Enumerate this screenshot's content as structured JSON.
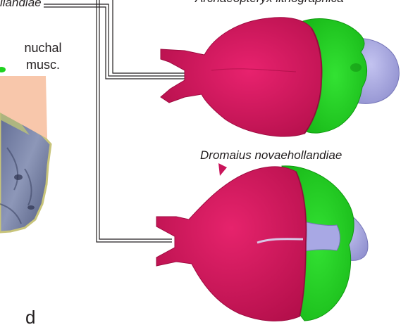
{
  "labels": {
    "species_top_left": "llandiae",
    "species_top_right": "Archaeopteryx lithographica",
    "species_bottom": "Dromaius novaehollandiae",
    "muscle_line1": "nuchal",
    "muscle_line2": "musc.",
    "panel_letter": "d"
  },
  "colors": {
    "region_front": "#d4145a",
    "region_middle": "#1fd21f",
    "region_back": "#a3a3e0",
    "muscle_wedge": "#f8c7ab",
    "skull_side": "#7c86a8",
    "skull_side_edge": "#c8c47a",
    "leader_line": "#231f20"
  }
}
